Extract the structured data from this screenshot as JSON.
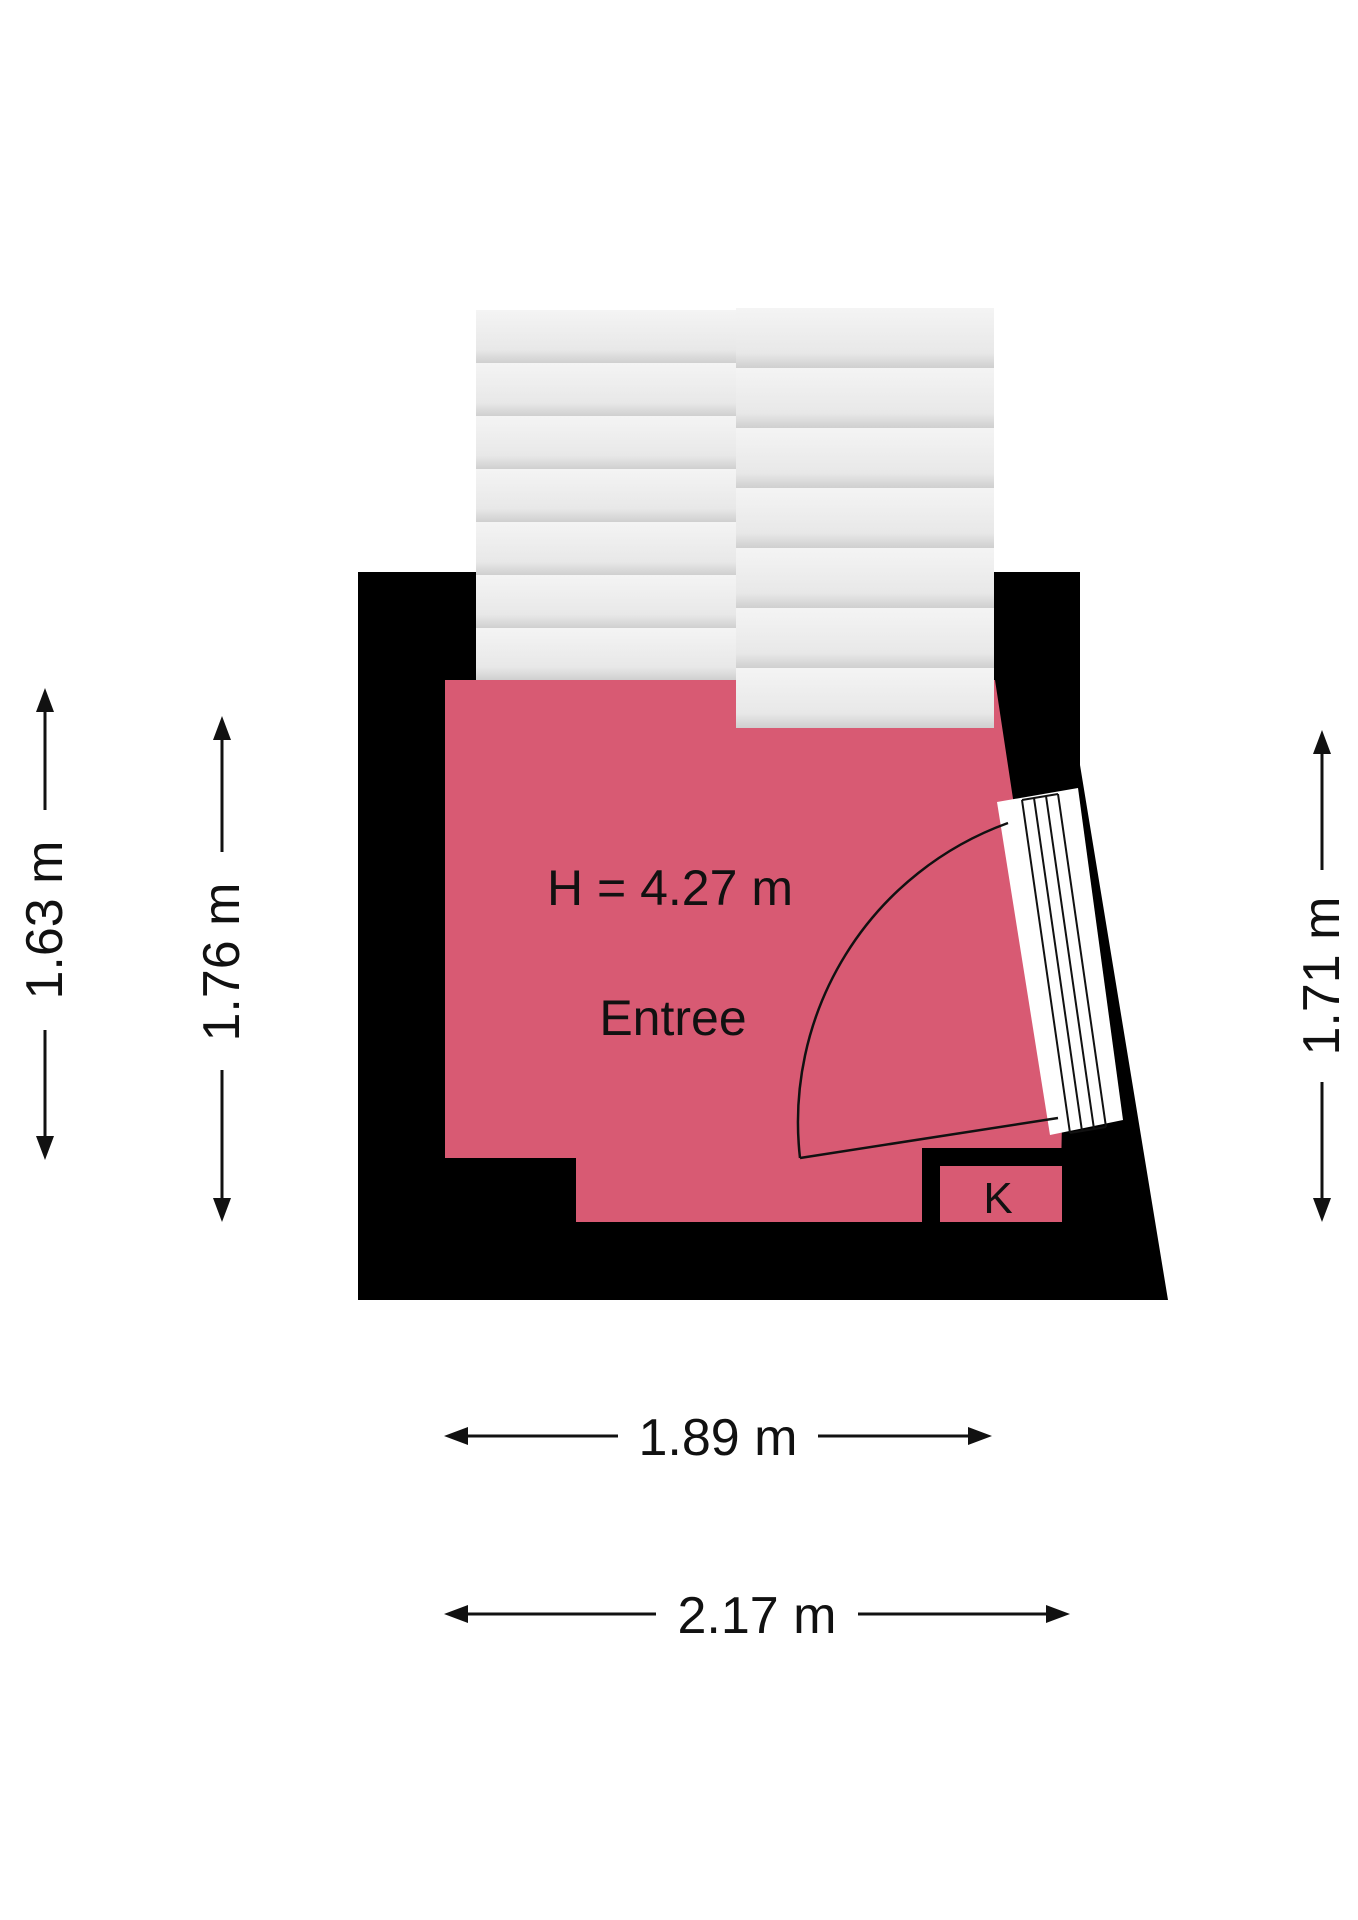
{
  "room": {
    "height_label": "H = 4.27 m",
    "name": "Entree",
    "closet_label": "K"
  },
  "dimensions": {
    "left_outer": "1.63 m",
    "left_inner": "1.76 m",
    "right": "1.71 m",
    "bottom_inner": "1.89 m",
    "bottom_outer": "2.17 m"
  },
  "colors": {
    "floor": "#d85a73",
    "wall": "#000000",
    "stairs": "#ededed",
    "background": "#ffffff"
  }
}
